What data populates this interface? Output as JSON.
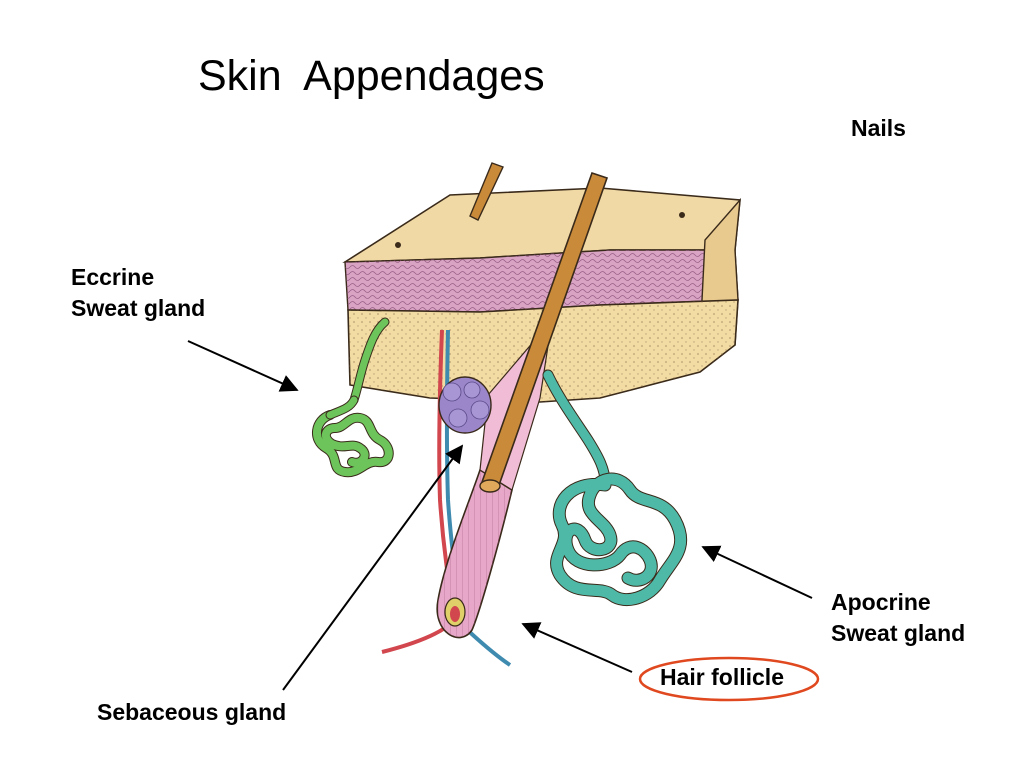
{
  "slide": {
    "title": "Skin  Appendages",
    "labels": {
      "nails": "Nails",
      "eccrine_line1": "Eccrine",
      "eccrine_line2": "Sweat gland",
      "apocrine_line1": "Apocrine",
      "apocrine_line2": "Sweat gland",
      "hair_follicle": "Hair follicle",
      "sebaceous": "Sebaceous gland"
    },
    "colors": {
      "epidermis": "#f1d9a6",
      "dermis_pink": "#d9a3c4",
      "hypodermis": "#f3dca3",
      "hair_shaft": "#c98a3a",
      "eccrine_gland": "#6dc45a",
      "apocrine_gland": "#4fb9a8",
      "sebaceous_gland": "#9a86c8",
      "follicle": "#e7a7c8",
      "artery": "#d2464e",
      "vein": "#3f8bb0",
      "highlight_ring": "#e0481f"
    }
  }
}
